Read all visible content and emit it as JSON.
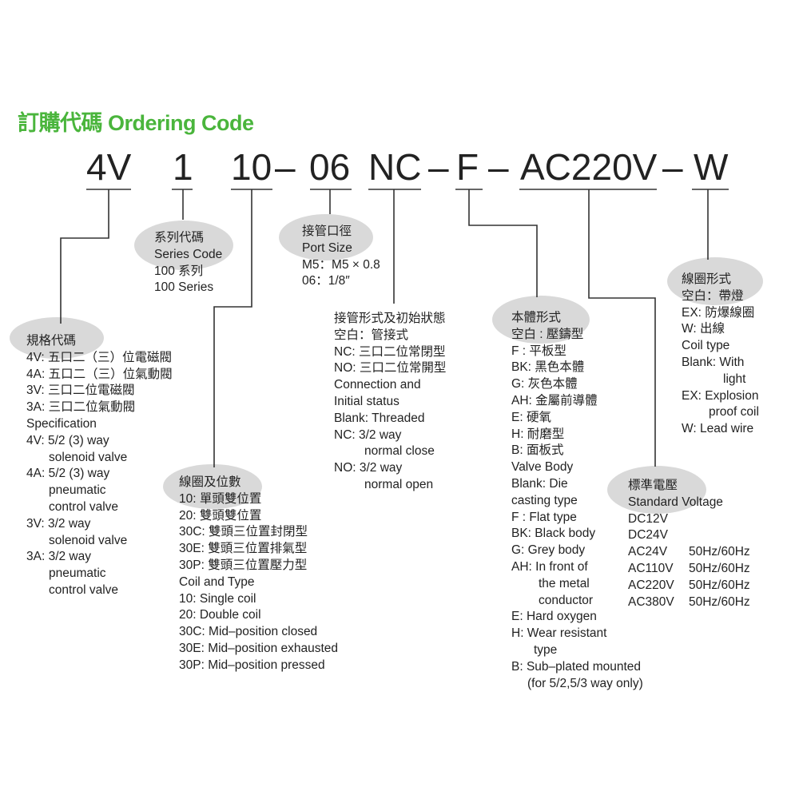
{
  "title": "訂購代碼 Ordering Code",
  "code": {
    "p1": "4V",
    "p2": "1",
    "p3": "10",
    "d1": "–",
    "p4": "06",
    "p5": "NC",
    "d2": "–",
    "p6": "F",
    "d3": "–",
    "p7": "AC220V",
    "d4": "–",
    "p8": "W"
  },
  "specification": {
    "heading": "規格代碼",
    "lines": [
      "4V: 五口二（三）位電磁閥",
      "4A: 五口二（三）位氣動閥",
      "3V: 三口二位電磁閥",
      "3A: 三口二位氣動閥",
      "Specification",
      "4V: 5/2 (3) way",
      "solenoid valve",
      "4A: 5/2 (3) way",
      "pneumatic",
      "control valve",
      "3V: 3/2 way",
      "solenoid valve",
      "3A: 3/2 way",
      "pneumatic",
      "control valve"
    ]
  },
  "series": {
    "heading": "系列代碼",
    "lines": [
      "Series Code",
      "100 系列",
      "100 Series"
    ]
  },
  "coil": {
    "heading": "線圈及位數",
    "lines": [
      "10:   單頭雙位置",
      "20:   雙頭雙位置",
      "30C: 雙頭三位置封閉型",
      "30E: 雙頭三位置排氣型",
      "30P: 雙頭三位置壓力型",
      "Coil and Type",
      "10: Single coil",
      "20: Double coil",
      "30C: Mid–position closed",
      "30E: Mid–position exhausted",
      "30P: Mid–position pressed"
    ]
  },
  "port": {
    "heading": "接管口徑",
    "lines": [
      "Port Size",
      "M5：M5 × 0.8",
      "06：1/8″"
    ]
  },
  "connection": {
    "heading": "接管形式及初始狀態",
    "lines": [
      "空白：管接式",
      "NC: 三口二位常閉型",
      "NO: 三口二位常開型",
      "Connection and",
      "Initial status",
      "Blank:  Threaded",
      "NC:  3/2 way",
      "normal close",
      "NO:  3/2 way",
      "normal open"
    ]
  },
  "body": {
    "heading": "本體形式",
    "lines": [
      "空白 : 壓鑄型",
      "F : 平板型",
      "BK: 黑色本體",
      "G: 灰色本體",
      "AH: 金屬前導體",
      "E: 硬氧",
      "H: 耐磨型",
      "B: 面板式",
      "Valve Body",
      "Blank: Die",
      "casting type",
      "F : Flat type",
      "BK: Black body",
      "G: Grey body",
      "AH: In front of",
      "the metal",
      "conductor",
      "E: Hard oxygen",
      "H: Wear resistant",
      "type",
      "B: Sub–plated mounted",
      "(for 5/2,5/3 way only)"
    ]
  },
  "voltage": {
    "heading": "標準電壓",
    "subheading": "Standard Voltage",
    "rows": [
      {
        "v": "DC12V",
        "f": ""
      },
      {
        "v": "DC24V",
        "f": ""
      },
      {
        "v": "AC24V",
        "f": "50Hz/60Hz"
      },
      {
        "v": "AC110V",
        "f": "50Hz/60Hz"
      },
      {
        "v": "AC220V",
        "f": "50Hz/60Hz"
      },
      {
        "v": "AC380V",
        "f": "50Hz/60Hz"
      }
    ]
  },
  "coiltype": {
    "heading": "線圈形式",
    "lines": [
      "空白：帶燈",
      "EX: 防爆線圈",
      "W: 出線",
      "Coil type",
      "Blank: With",
      "light",
      "EX: Explosion",
      "proof coil",
      "W: Lead wire"
    ]
  },
  "colors": {
    "title": "#4ab53c",
    "bubble": "#d9d9d9",
    "line": "#333333"
  }
}
